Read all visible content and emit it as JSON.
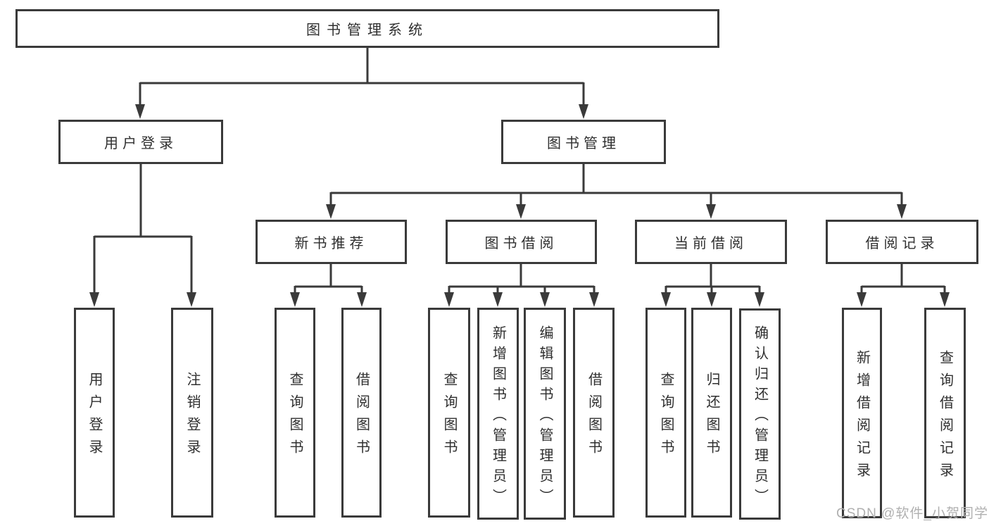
{
  "nodes": {
    "root": {
      "label": "图书管理系统"
    },
    "level2": [
      {
        "label": "用户登录"
      },
      {
        "label": "图书管理"
      }
    ],
    "level3": [
      {
        "label": "新书推荐"
      },
      {
        "label": "图书借阅"
      },
      {
        "label": "当前借阅"
      },
      {
        "label": "借阅记录"
      }
    ],
    "leaves": {
      "login": [
        {
          "label": "用户登录"
        },
        {
          "label": "注销登录"
        }
      ],
      "recommend": [
        {
          "label": "查询图书"
        },
        {
          "label": "借阅图书"
        }
      ],
      "borrowing": [
        {
          "label": "查询图书"
        },
        {
          "label": "新增图书（管理员）"
        },
        {
          "label": "编辑图书（管理员）"
        },
        {
          "label": "借阅图书"
        }
      ],
      "current": [
        {
          "label": "查询图书"
        },
        {
          "label": "归还图书"
        },
        {
          "label": "确认归还（管理员）"
        }
      ],
      "records": [
        {
          "label": "新增借阅记录"
        },
        {
          "label": "查询借阅记录"
        }
      ]
    }
  },
  "watermark": "CSDN @软件_小贺同学",
  "colors": {
    "line": "#3a3a3a",
    "text": "#2f2f2f",
    "watermark": "#b0b0b0",
    "background": "#ffffff"
  }
}
